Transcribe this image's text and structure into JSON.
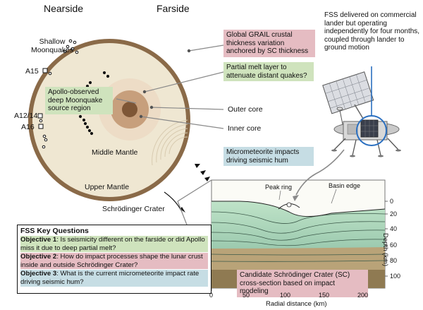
{
  "headers": {
    "nearside": "Nearside",
    "farside": "Farside"
  },
  "moon_labels": {
    "shallow_moonquakes": "Shallow\nMoonquakes",
    "a15": "A15",
    "a12_14": "A12/14",
    "a16": "A16",
    "middle_mantle": "Middle Mantle",
    "upper_mantle": "Upper Mantle",
    "outer_core": "Outer core",
    "inner_core": "Inner core",
    "schrodinger_crater": "Schrödinger Crater"
  },
  "callouts": {
    "grail": "Global GRAIL crustal thickness variation anchored by SC thickness",
    "partial_melt": "Partial melt layer to attenuate distant quakes?",
    "apollo_deep": "Apollo-observed deep Moonquake source region",
    "micrometeorite": "Micrometeorite impacts driving seismic hum"
  },
  "fss_note": "FSS delivered on commercial lander but operating independently for four months, coupled through lander to ground motion",
  "questions": {
    "title": "FSS Key Questions",
    "items": [
      {
        "label": "Objective 1",
        "text": ": Is seismicity different on the farside or did Apollo miss it due to deep partial melt?",
        "color": "#cfe3bd"
      },
      {
        "label": "Objective 2",
        "text": ": How do impact processes shape the lunar crust inside and outside Schrödinger Crater?",
        "color": "#e5bcc2"
      },
      {
        "label": "Objective 3",
        "text": ": What is the current micrometeorite impact rate driving seismic hum?",
        "color": "#c6dde4"
      }
    ]
  },
  "cross_section": {
    "peak_ring": "Peak ring",
    "basin_edge": "Basin edge",
    "caption": "Candidate Schrödinger Crater (SC) cross-section based on impact modeling",
    "x_label": "Radial distance (km)",
    "y_label": "Depth (km)",
    "x_ticks": [
      "0",
      "50",
      "100",
      "150",
      "200"
    ],
    "y_ticks": [
      "0",
      "20",
      "40",
      "60",
      "80",
      "100"
    ]
  }
}
